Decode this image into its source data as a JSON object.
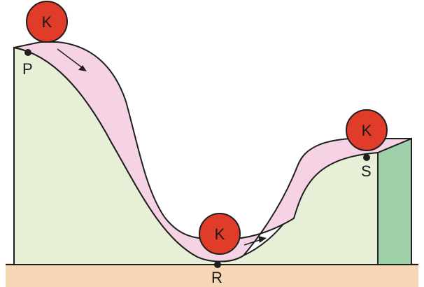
{
  "diagram": {
    "colors": {
      "ground": "#f8d7b6",
      "terrain": "#e7f0d7",
      "track": "#f6d3e4",
      "cliff": "#9ed1a9",
      "ball": "#e13b2a",
      "outline": "#1f1f1f"
    },
    "balls": [
      {
        "label": "K"
      },
      {
        "label": "K"
      },
      {
        "label": "K"
      }
    ],
    "points": [
      {
        "label": "P"
      },
      {
        "label": "R"
      },
      {
        "label": "S"
      }
    ]
  }
}
